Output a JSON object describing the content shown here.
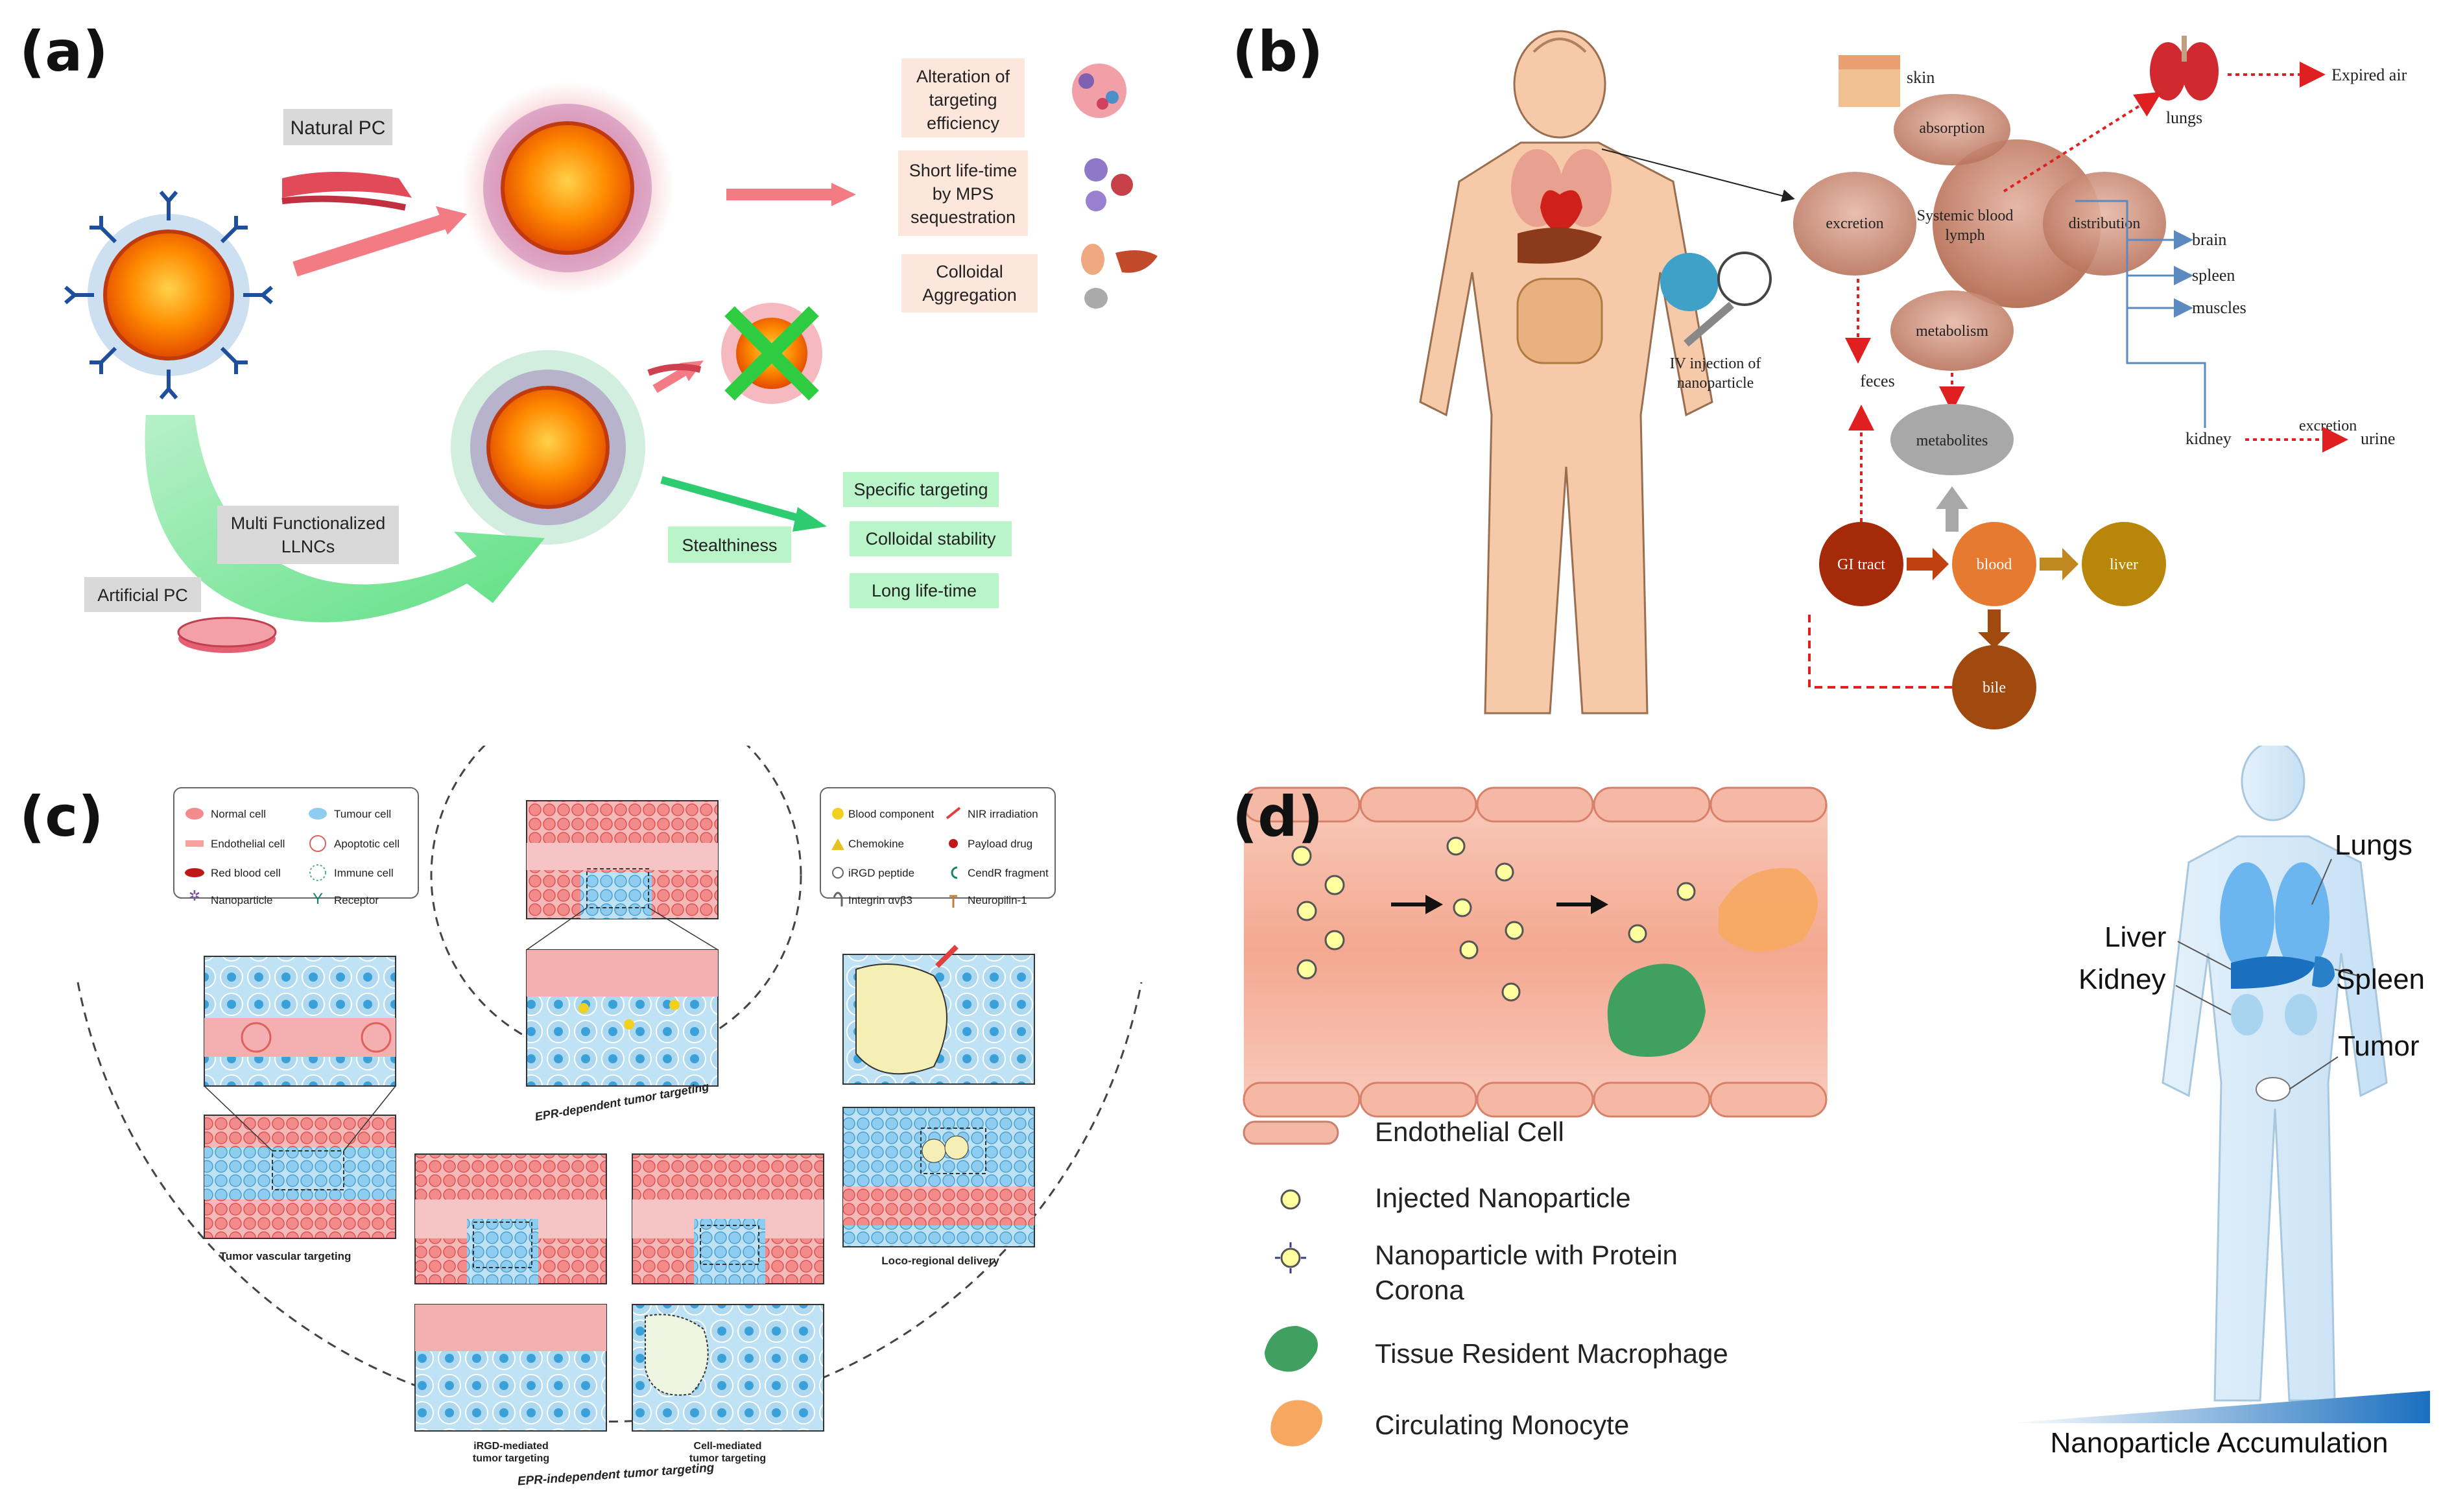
{
  "figure": {
    "panel_a": {
      "label": "(a)",
      "natural_pc": "Natural PC",
      "artificial_pc": "Artificial PC",
      "multi_func_line1": "Multi Functionalized",
      "multi_func_line2": "LLNCs",
      "top_outcomes": [
        [
          "Alteration of",
          "targeting",
          "efficiency"
        ],
        [
          "Short life-time",
          "by MPS",
          "sequestration"
        ],
        [
          "Colloidal",
          "Aggregation"
        ]
      ],
      "stealthiness": "Stealthiness",
      "bottom_outcomes": [
        "Specific targeting",
        "Colloidal stability",
        "Long life-time"
      ]
    },
    "panel_b": {
      "label": "(b)",
      "skin": "skin",
      "lungs": "lungs",
      "expired_air": "Expired air",
      "absorption": "absorption",
      "excretion": "excretion",
      "systemic_line1": "Systemic blood",
      "systemic_line2": "lymph",
      "distribution": "distribution",
      "metabolism": "metabolism",
      "organs": [
        "brain",
        "spleen",
        "muscles"
      ],
      "kidney": "kidney",
      "excretion_small": "excretion",
      "urine": "urine",
      "feces": "feces",
      "metabolites": "metabolites",
      "iv_line1": "IV injection of",
      "iv_line2": "nanoparticle",
      "gi_tract": "GI tract",
      "blood": "blood",
      "liver": "liver",
      "bile": "bile"
    },
    "panel_c": {
      "label": "(c)",
      "legend_left": [
        "Normal cell",
        "Tumour cell",
        "Endothelial cell",
        "Apoptotic cell",
        "Red blood cell",
        "Immune cell",
        "Nanoparticle",
        "Receptor"
      ],
      "legend_right": [
        "Blood component",
        "NIR irradiation",
        "Chemokine",
        "Payload drug",
        "iRGD peptide",
        "CendR fragment",
        "Integrin αvβ3",
        "Neuropilin-1"
      ],
      "tumor_vascular": "Tumor vascular targeting",
      "epr_dependent": "EPR-dependent tumor targeting",
      "loco_regional": "Loco-regional delivery",
      "irgd_line1": "iRGD-mediated",
      "irgd_line2": "tumor targeting",
      "cell_line1": "Cell-mediated",
      "cell_line2": "tumor targeting",
      "epr_independent": "EPR-independent tumor targeting"
    },
    "panel_d": {
      "label": "(d)",
      "legend": [
        "Endothelial Cell",
        "Injected Nanoparticle",
        "Nanoparticle with Protein",
        "Corona",
        "Tissue Resident Macrophage",
        "Circulating Monocyte"
      ],
      "organs": {
        "lungs": "Lungs",
        "liver": "Liver",
        "spleen": "Spleen",
        "kidney": "Kidney",
        "tumor": "Tumor"
      },
      "gradient_label": "Nanoparticle Accumulation"
    },
    "colors": {
      "nanoparticle_core": "#ff7a00",
      "pink_pc": "#f6c2c6",
      "green_arrow": "#7ee8a0",
      "flow_box": "#fde7dc",
      "green_box": "#b9f5c8",
      "brown_node": "#c98a70",
      "gi": "#a52a0a",
      "blood": "#e67a30",
      "liver": "#b8860b",
      "vessel": "#f6b7a5",
      "blue_accent": "#1a6fbf"
    }
  }
}
